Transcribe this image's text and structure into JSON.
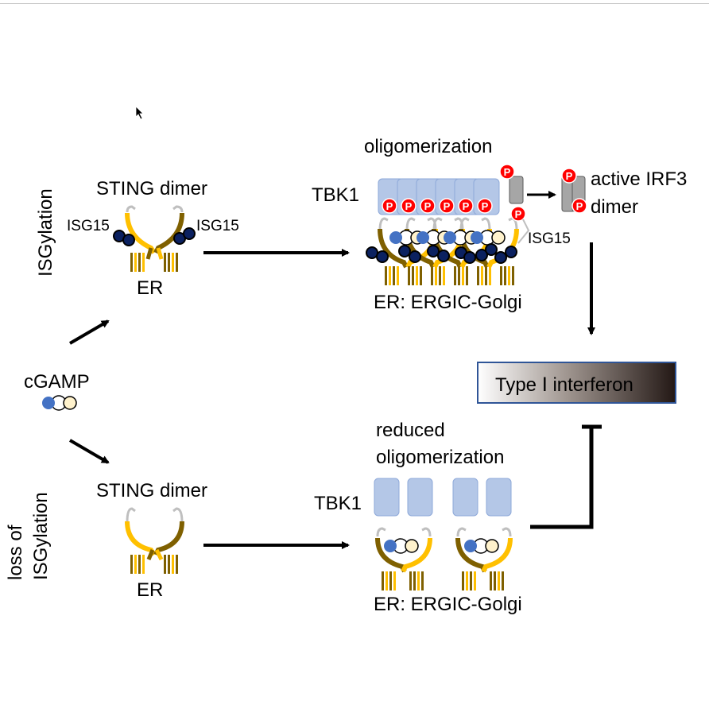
{
  "figure": {
    "row_labels": {
      "top": "ISGylation",
      "bottom_line1": "loss of",
      "bottom_line2": "ISGylation"
    },
    "ligand": {
      "label": "cGAMP",
      "icon": "cgamp-icon"
    },
    "top_row": {
      "sting_label": "STING dimer",
      "isg15_left": "ISG15",
      "isg15_right": "ISG15",
      "membrane_label": "ER",
      "oligo_title": "oligomerization",
      "tbk1_label": "TBK1",
      "tbk1_count": 6,
      "phospho_label": "P",
      "isg15_oligo": "ISG15",
      "oligo_membrane": "ER: ERGIC-Golgi",
      "irf3_line1": "active IRF3",
      "irf3_line2": "dimer"
    },
    "bottom_row": {
      "sting_label": "STING dimer",
      "membrane_label": "ER",
      "oligo_title_line1": "reduced",
      "oligo_title_line2": "oligomerization",
      "tbk1_label": "TBK1",
      "tbk1_count": 4,
      "oligo_membrane": "ER: ERGIC-Golgi"
    },
    "output": {
      "label": "Type Ⅰ interferon"
    },
    "colors": {
      "sting_yellow": "#ffc000",
      "sting_brown": "#7f6000",
      "isg15_navy": "#0b2160",
      "tbk1_fill": "#b4c7e7",
      "tbk1_stroke": "#8ea9d9",
      "phospho_red": "#ff0000",
      "irf3_gray": "#a6a6a6",
      "cgamp_blue": "#4472c4",
      "cgamp_cream": "#fff2cc",
      "ifn_border": "#2f5597"
    }
  }
}
